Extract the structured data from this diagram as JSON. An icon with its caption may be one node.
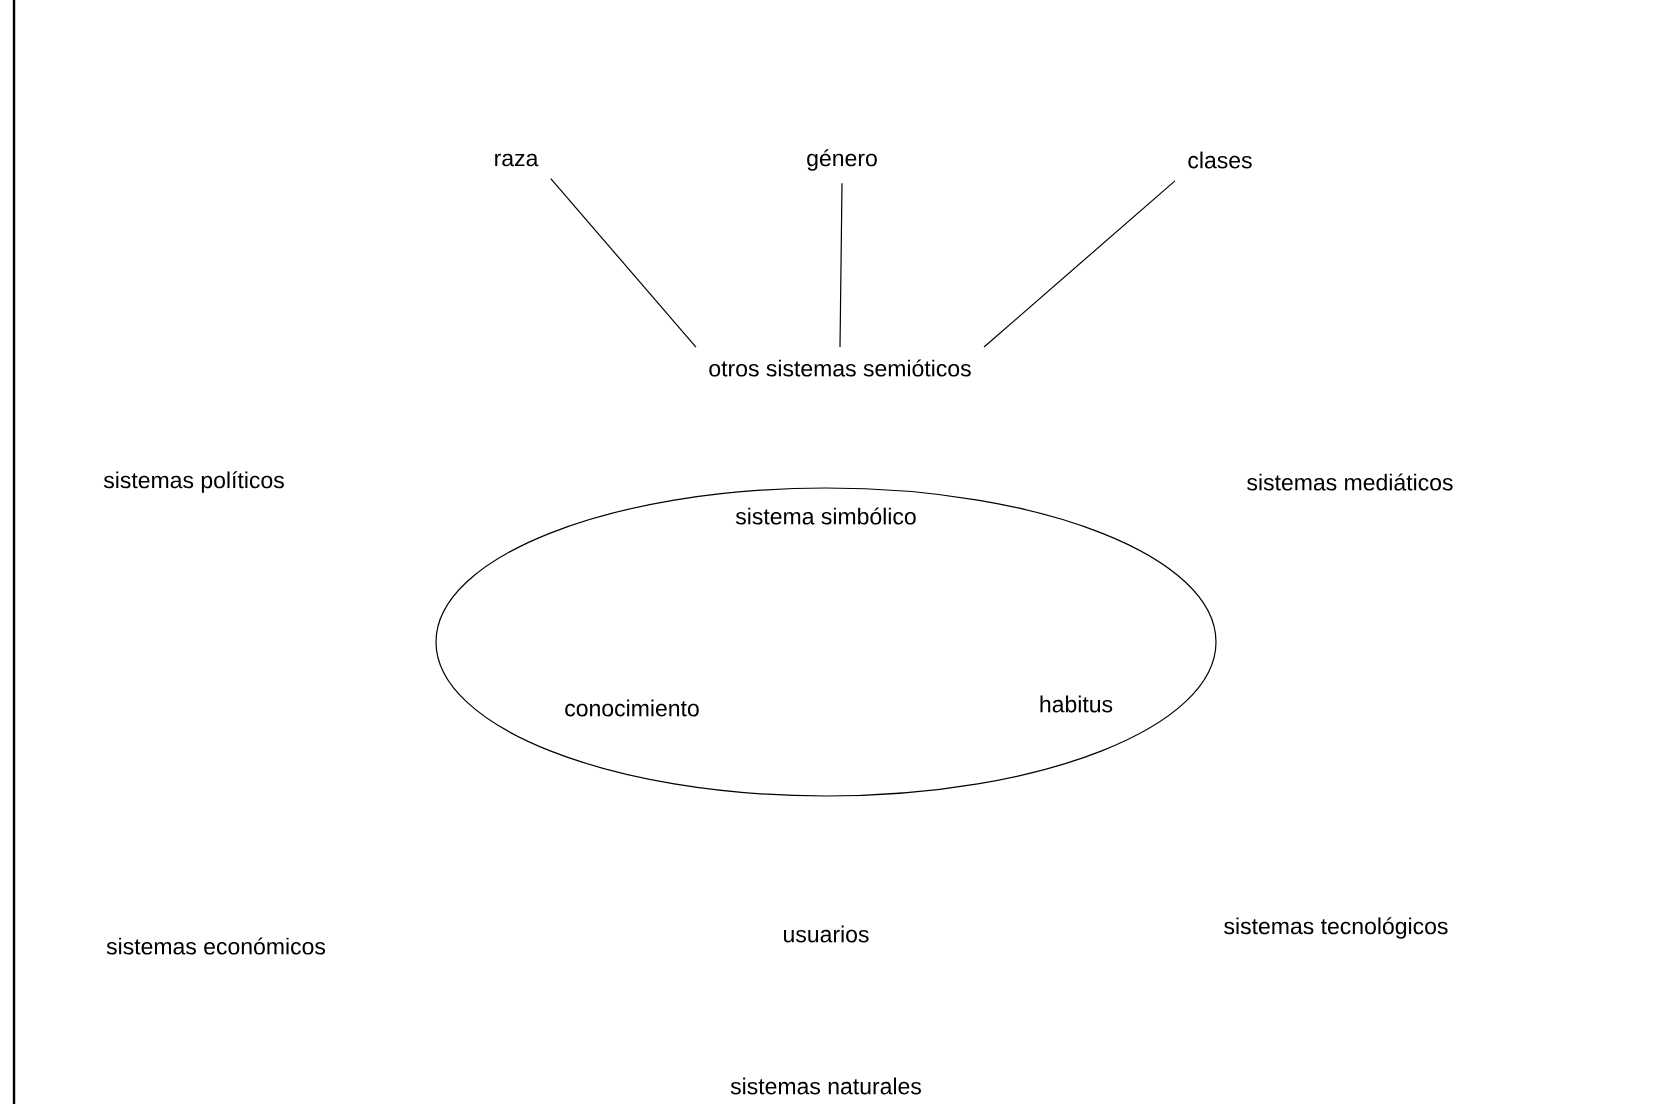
{
  "diagram": {
    "nodes": [
      {
        "text": [
          "raza"
        ]
      },
      {
        "text": [
          "género"
        ]
      },
      {
        "text": [
          "clases"
        ]
      },
      {
        "text": [
          "otros sistemas semióticos"
        ]
      },
      {
        "text": [
          "sistema simbólico",
          "conocimiento",
          "habitus"
        ]
      }
    ],
    "edges": [
      {
        "from": 0,
        "to": 3,
        "arrow": "none"
      },
      {
        "from": 1,
        "to": 3,
        "arrow": "none"
      },
      {
        "from": 2,
        "to": 3,
        "arrow": "none"
      }
    ],
    "labels": [
      "sistemas políticos",
      "sistemas mediáticos",
      "sistemas económicos",
      "usuarios",
      "sistemas tecnológicos",
      "sistemas naturales"
    ]
  }
}
